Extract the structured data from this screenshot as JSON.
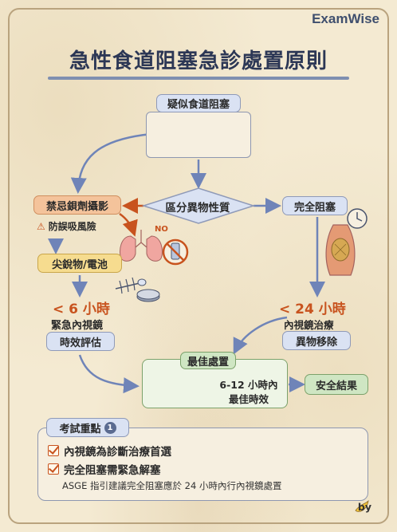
{
  "brand": "ExamWise",
  "title": "急性食道阻塞急診處置原則",
  "nodes": {
    "suspect": "疑似食道阻塞",
    "distinguish": "區分異物性質",
    "no_barium": "禁忌鋇劑攝影",
    "aspiration_warning": "防誤吸風險",
    "sharp_battery": "尖銳物/電池",
    "lt6_time": "< 6 小時",
    "urgent_endoscopy": "緊急內視鏡",
    "timing_eval": "時效評估",
    "complete_obstruction": "完全阻塞",
    "lt24_time": "< 24 小時",
    "endoscopic_treatment": "內視鏡治療",
    "foreign_removal": "異物移除",
    "best_management": "最佳處置",
    "best_window_line1": "6-12 小時內",
    "best_window_line2": "最佳時效",
    "safe_outcome": "安全結果",
    "no_sign": "NO"
  },
  "exam": {
    "heading": "考試重點",
    "badge": "1",
    "points": [
      "內視鏡為診斷治療首選",
      "完全阻塞需緊急解塞"
    ],
    "note": "ASGE 指引建議完全阻塞應於 24 小時內行內視鏡處置"
  },
  "byline": "by",
  "colors": {
    "accent_red": "#c8531e",
    "navy": "#2c3755",
    "arrow_blue": "#6f84b8",
    "background": "#f4ead2"
  }
}
